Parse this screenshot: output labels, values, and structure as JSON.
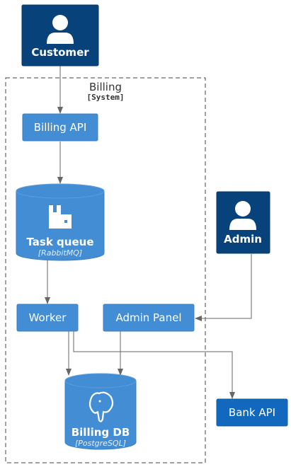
{
  "system": {
    "title": "Billing",
    "subtitle": "[System]"
  },
  "nodes": {
    "customer": {
      "label": "Customer"
    },
    "billing_api": {
      "label": "Billing API"
    },
    "task_queue": {
      "label": "Task queue",
      "tech": "[RabbitMQ]"
    },
    "worker": {
      "label": "Worker"
    },
    "admin_panel": {
      "label": "Admin Panel"
    },
    "admin": {
      "label": "Admin"
    },
    "billing_db": {
      "label": "Billing DB",
      "tech": "[PostgreSQL]"
    },
    "bank_api": {
      "label": "Bank API"
    }
  },
  "colors": {
    "person": "#08427b",
    "container": "#438dd5",
    "external": "#1168bd",
    "arrow": "#666666"
  },
  "icons": {
    "person": "person-icon",
    "rabbitmq": "rabbitmq-icon",
    "postgresql": "postgresql-elephant-icon"
  }
}
